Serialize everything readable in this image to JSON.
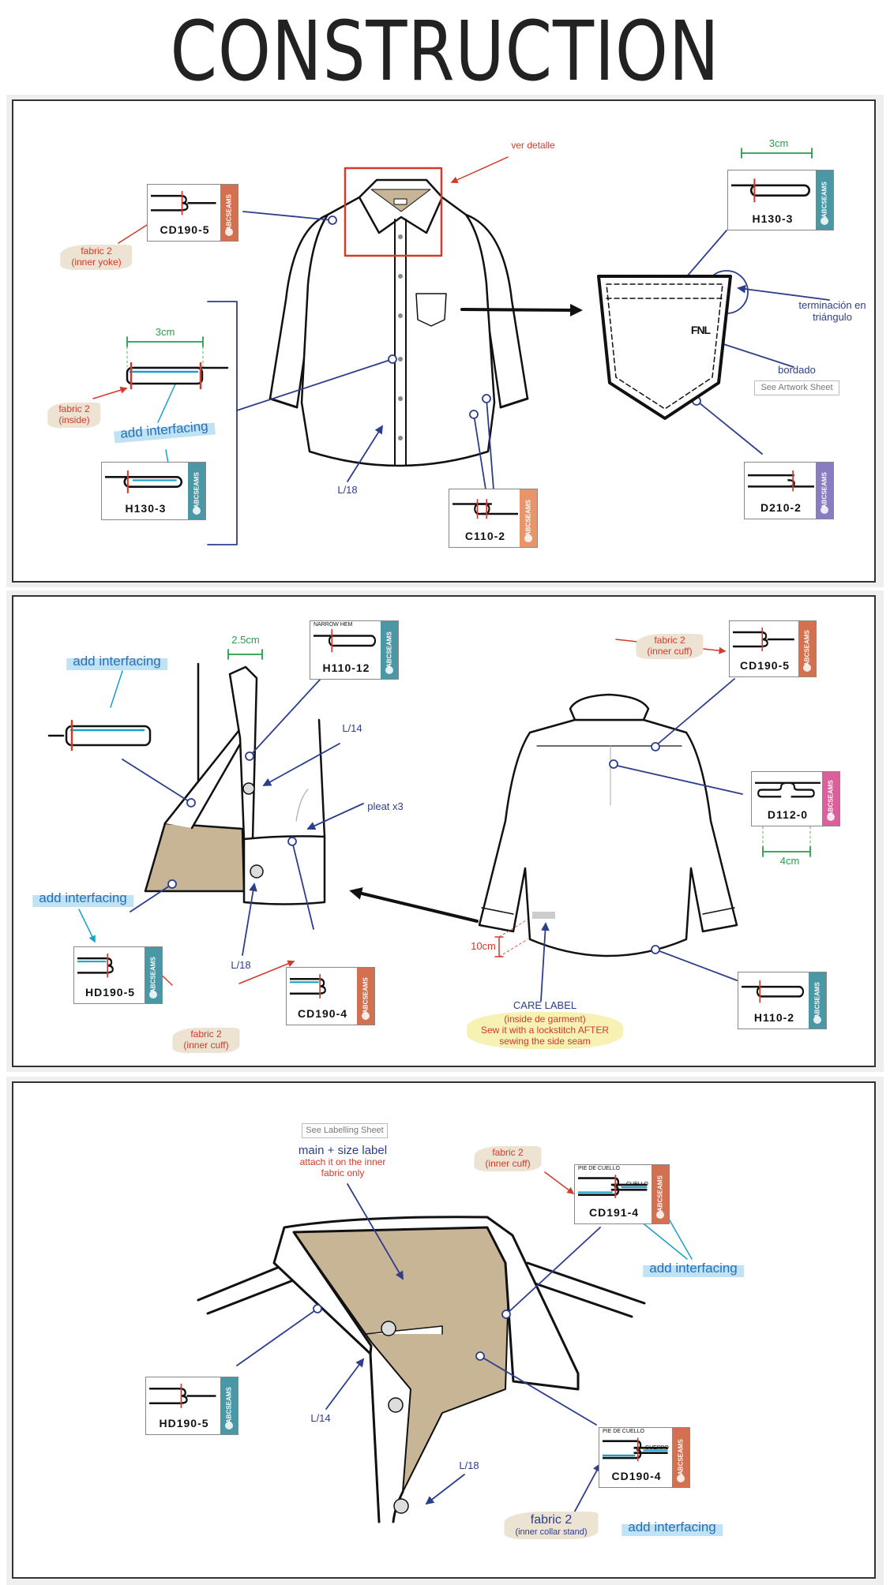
{
  "title": "CONSTRUCTION",
  "brand": "ABCSEAMS",
  "colors": {
    "orange": "#d2704f",
    "teal": "#4a98a6",
    "peach": "#e8956a",
    "purple": "#8a7cc0",
    "pink": "#d9609a",
    "fabric2": "#c8b596",
    "annotation_blue": "#2c3e8c",
    "annotation_red": "#d23a2a",
    "dimension_green": "#2a9d4a"
  },
  "panels": [
    {
      "name": "front",
      "cards": [
        {
          "code": "CD190-5",
          "color": "#d2704f",
          "glyph": "fell"
        },
        {
          "code": "H130-3",
          "color": "#4a98a6",
          "glyph": "hem-interfaced"
        },
        {
          "code": "C110-2",
          "color": "#e8956a",
          "glyph": "lap"
        },
        {
          "code": "H130-3",
          "color": "#4a98a6",
          "glyph": "hem"
        },
        {
          "code": "D210-2",
          "color": "#8a7cc0",
          "glyph": "topstitch"
        }
      ],
      "annotations": {
        "fabric2": "fabric 2",
        "inner_yoke": "(inner yoke)",
        "inside": "(inside)",
        "add_interfacing": "add interfacing",
        "ver_detalle": "ver detalle",
        "dim_3cm_left": "3cm",
        "dim_3cm_right": "3cm",
        "stitch_l18": "L/18",
        "terminacion": "terminación en",
        "triangulo": "triángulo",
        "bordado": "bordado",
        "see_artwork": "See Artwork Sheet",
        "embroidery_logo": "FNL"
      }
    },
    {
      "name": "cuff-and-back",
      "cards": [
        {
          "code": "H110-12",
          "color": "#4a98a6",
          "glyph": "hem",
          "sub": "NARROW HEM"
        },
        {
          "code": "HD190-5",
          "color": "#4a98a6",
          "glyph": "fell-interfaced"
        },
        {
          "code": "CD190-4",
          "color": "#d2704f",
          "glyph": "fell-interfaced"
        },
        {
          "code": "CD190-5",
          "color": "#d2704f",
          "glyph": "fell"
        },
        {
          "code": "D112-0",
          "color": "#d9609a",
          "glyph": "boxpleat"
        },
        {
          "code": "H110-2",
          "color": "#4a98a6",
          "glyph": "hem"
        }
      ],
      "annotations": {
        "add_interfacing_top": "add interfacing",
        "add_interfacing_bottom": "add interfacing",
        "dim_2_5cm": "2.5cm",
        "stitch_l14": "L/14",
        "pleat": "pleat x3",
        "stitch_l18": "L/18",
        "fabric2_left": "fabric 2",
        "inner_cuff_left": "(inner cuff)",
        "fabric2_right": "fabric 2",
        "inner_cuff_right": "(inner cuff)",
        "dim_4cm": "4cm",
        "dim_10cm": "10cm",
        "care_label": "CARE LABEL",
        "care_1": "(inside de garment)",
        "care_2": "Sew it with a lockstitch AFTER",
        "care_3": "sewing the side seam"
      }
    },
    {
      "name": "collar",
      "cards": [
        {
          "code": "HD190-5",
          "color": "#4a98a6",
          "glyph": "fell"
        },
        {
          "code": "CD191-4",
          "color": "#d2704f",
          "glyph": "collar",
          "sub": "PIE DE CUELLO",
          "sub2": "CUELLO"
        },
        {
          "code": "CD190-4",
          "color": "#d2704f",
          "glyph": "collar",
          "sub": "PIE DE CUELLO",
          "sub2": "CUERPO"
        }
      ],
      "annotations": {
        "see_labelling": "See Labelling Sheet",
        "main_size_label": "main + size label",
        "attach_1": "attach it on the inner",
        "attach_2": "fabric only",
        "fabric2_top": "fabric 2",
        "inner_cuff": "(inner cuff)",
        "add_interfacing_top": "add interfacing",
        "stitch_l14": "L/14",
        "stitch_l18": "L/18",
        "fabric2_bottom": "fabric 2",
        "inner_collar_stand": "(inner collar stand)",
        "add_interfacing_bottom": "add interfacing"
      }
    }
  ]
}
